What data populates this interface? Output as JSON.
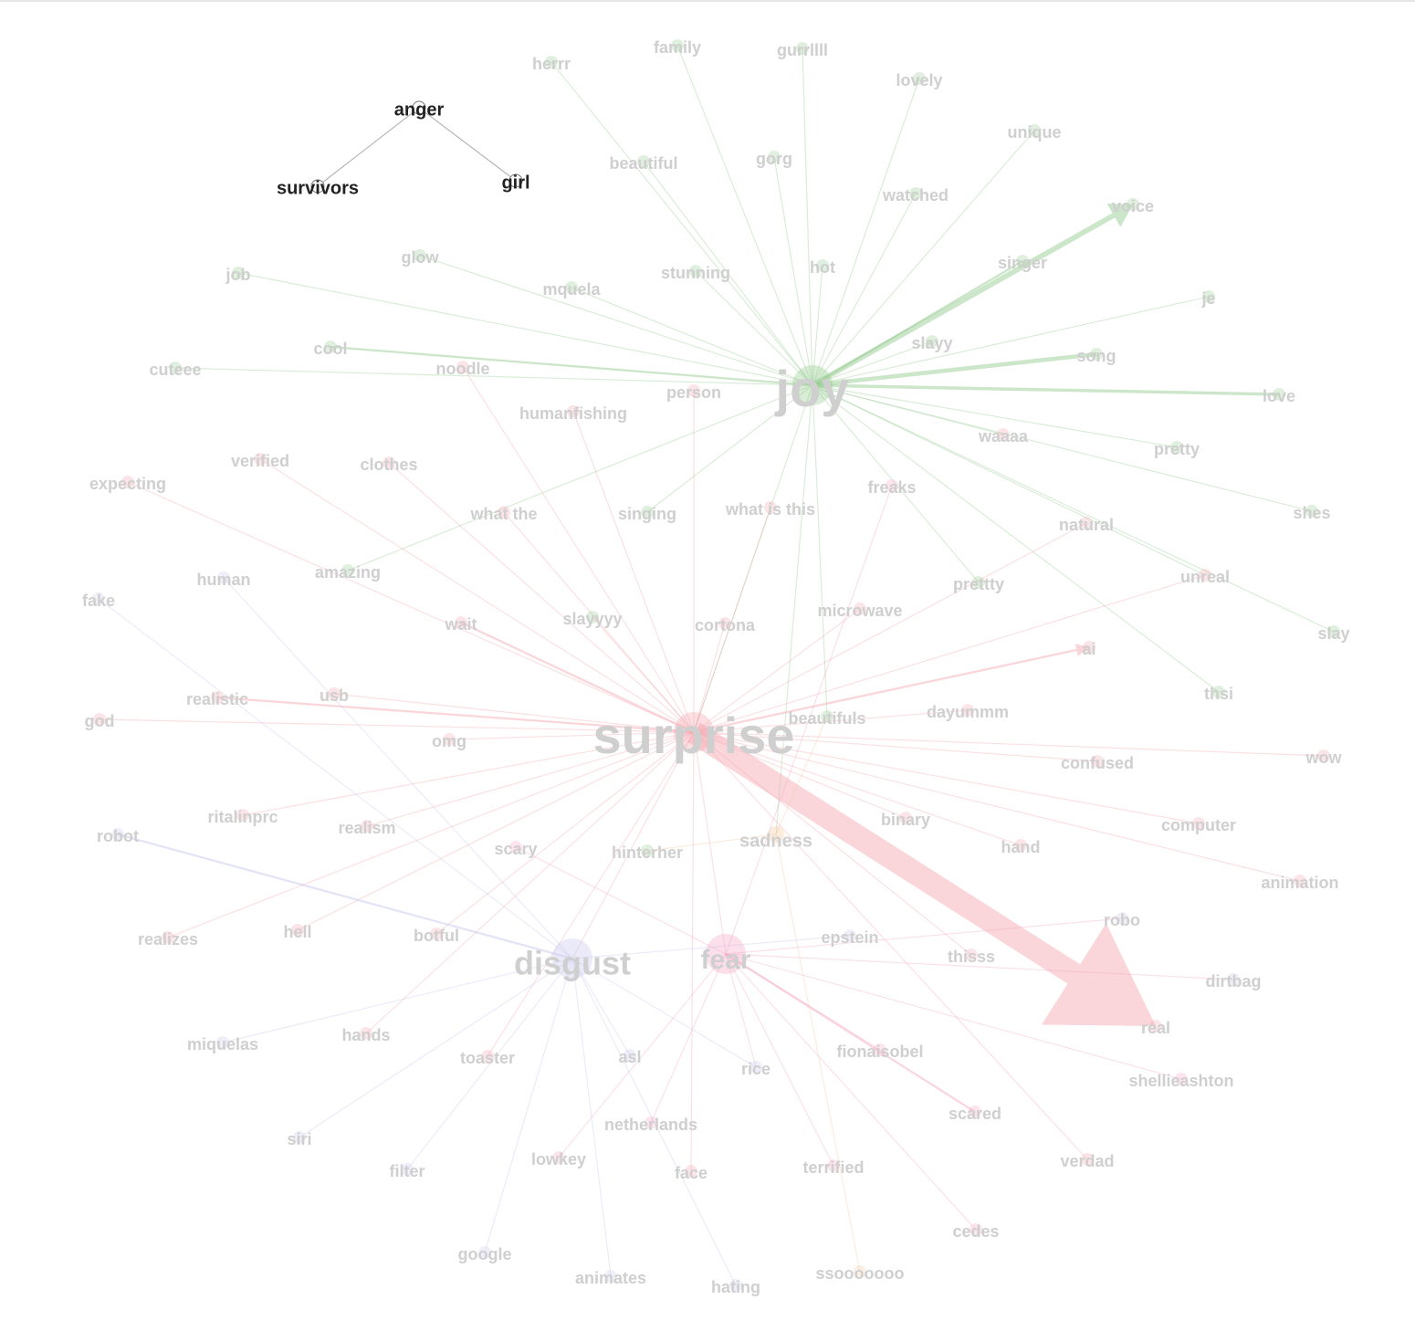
{
  "colors": {
    "joy": "#8fc88a",
    "surprise": "#f3a3ac",
    "disgust": "#c4c4ee",
    "fear": "#f3a3c2",
    "sadness": "#f3c9a0",
    "anger": "#555555",
    "faded_text": "#cfcfcf",
    "active_text": "#222222",
    "active_edge": "#b5b5b5"
  },
  "graph": {
    "hubs": [
      {
        "id": "joy",
        "label": "joy",
        "emotion": "joy",
        "active": false
      },
      {
        "id": "surprise",
        "label": "surprise",
        "emotion": "surprise",
        "active": false
      },
      {
        "id": "disgust",
        "label": "disgust",
        "emotion": "disgust",
        "active": false
      },
      {
        "id": "fear",
        "label": "fear",
        "emotion": "fear",
        "active": false
      },
      {
        "id": "sadness",
        "label": "sadness",
        "emotion": "sadness",
        "active": false
      },
      {
        "id": "anger",
        "label": "anger",
        "emotion": "anger",
        "active": true
      }
    ],
    "words": [
      {
        "id": "survivors",
        "label": "survivors",
        "emotion": "anger",
        "active": true
      },
      {
        "id": "girl",
        "label": "girl",
        "emotion": "anger",
        "active": true
      },
      {
        "id": "herrr",
        "label": "herrr",
        "emotion": "joy"
      },
      {
        "id": "family",
        "label": "family",
        "emotion": "joy"
      },
      {
        "id": "gurrlll",
        "label": "gurrllll",
        "emotion": "joy"
      },
      {
        "id": "lovely",
        "label": "lovely",
        "emotion": "joy"
      },
      {
        "id": "unique",
        "label": "unique",
        "emotion": "joy"
      },
      {
        "id": "beautiful",
        "label": "beautiful",
        "emotion": "joy"
      },
      {
        "id": "gorg",
        "label": "gorg",
        "emotion": "joy"
      },
      {
        "id": "watched",
        "label": "watched",
        "emotion": "joy"
      },
      {
        "id": "voice",
        "label": "voice",
        "emotion": "joy"
      },
      {
        "id": "job",
        "label": "job",
        "emotion": "joy"
      },
      {
        "id": "glow",
        "label": "glow",
        "emotion": "joy"
      },
      {
        "id": "mquela",
        "label": "mquela",
        "emotion": "joy"
      },
      {
        "id": "stunning",
        "label": "stunning",
        "emotion": "joy"
      },
      {
        "id": "hot",
        "label": "hot",
        "emotion": "joy"
      },
      {
        "id": "singer",
        "label": "singer",
        "emotion": "joy"
      },
      {
        "id": "je",
        "label": "je",
        "emotion": "joy"
      },
      {
        "id": "cool",
        "label": "cool",
        "emotion": "joy"
      },
      {
        "id": "slayy",
        "label": "slayy",
        "emotion": "joy"
      },
      {
        "id": "song",
        "label": "song",
        "emotion": "joy"
      },
      {
        "id": "cuteee",
        "label": "cuteee",
        "emotion": "joy"
      },
      {
        "id": "love",
        "label": "love",
        "emotion": "joy"
      },
      {
        "id": "pretty",
        "label": "pretty",
        "emotion": "joy"
      },
      {
        "id": "shes",
        "label": "shes",
        "emotion": "joy"
      },
      {
        "id": "singing",
        "label": "singing",
        "emotion": "joy"
      },
      {
        "id": "amazing",
        "label": "amazing",
        "emotion": "joy"
      },
      {
        "id": "prettty",
        "label": "prettty",
        "emotion": "joy"
      },
      {
        "id": "slay",
        "label": "slay",
        "emotion": "joy"
      },
      {
        "id": "slayyyy",
        "label": "slayyyy",
        "emotion": "joy"
      },
      {
        "id": "thsi",
        "label": "thsi",
        "emotion": "joy"
      },
      {
        "id": "beautifuls",
        "label": "beautifuls",
        "emotion": "joy"
      },
      {
        "id": "hinterher",
        "label": "hinterher",
        "emotion": "joy"
      },
      {
        "id": "noodle",
        "label": "noodle",
        "emotion": "surprise"
      },
      {
        "id": "person",
        "label": "person",
        "emotion": "surprise"
      },
      {
        "id": "humanfishing",
        "label": "humanfishing",
        "emotion": "surprise"
      },
      {
        "id": "waaaa",
        "label": "waaaa",
        "emotion": "surprise"
      },
      {
        "id": "verified",
        "label": "verified",
        "emotion": "surprise"
      },
      {
        "id": "clothes",
        "label": "clothes",
        "emotion": "surprise"
      },
      {
        "id": "expecting",
        "label": "expecting",
        "emotion": "surprise"
      },
      {
        "id": "whatthe",
        "label": "what the",
        "emotion": "surprise"
      },
      {
        "id": "whatisthis",
        "label": "what is this",
        "emotion": "surprise"
      },
      {
        "id": "freaks",
        "label": "freaks",
        "emotion": "fear"
      },
      {
        "id": "natural",
        "label": "natural",
        "emotion": "surprise"
      },
      {
        "id": "unreal",
        "label": "unreal",
        "emotion": "surprise"
      },
      {
        "id": "wait",
        "label": "wait",
        "emotion": "surprise"
      },
      {
        "id": "cortona",
        "label": "cortona",
        "emotion": "surprise"
      },
      {
        "id": "microwave",
        "label": "microwave",
        "emotion": "surprise"
      },
      {
        "id": "ai",
        "label": "ai",
        "emotion": "surprise"
      },
      {
        "id": "realistic",
        "label": "realistic",
        "emotion": "surprise"
      },
      {
        "id": "usb",
        "label": "usb",
        "emotion": "surprise"
      },
      {
        "id": "god",
        "label": "god",
        "emotion": "surprise"
      },
      {
        "id": "omg",
        "label": "omg",
        "emotion": "surprise"
      },
      {
        "id": "dayummm",
        "label": "dayummm",
        "emotion": "surprise"
      },
      {
        "id": "wow",
        "label": "wow",
        "emotion": "surprise"
      },
      {
        "id": "confused",
        "label": "confused",
        "emotion": "surprise"
      },
      {
        "id": "ritalinprc",
        "label": "ritalinprc",
        "emotion": "surprise"
      },
      {
        "id": "realism",
        "label": "realism",
        "emotion": "surprise"
      },
      {
        "id": "binary",
        "label": "binary",
        "emotion": "surprise"
      },
      {
        "id": "computer",
        "label": "computer",
        "emotion": "surprise"
      },
      {
        "id": "scary",
        "label": "scary",
        "emotion": "fear"
      },
      {
        "id": "hand",
        "label": "hand",
        "emotion": "surprise"
      },
      {
        "id": "animation",
        "label": "animation",
        "emotion": "surprise"
      },
      {
        "id": "realizes",
        "label": "realizes",
        "emotion": "surprise"
      },
      {
        "id": "hell",
        "label": "hell",
        "emotion": "surprise"
      },
      {
        "id": "botful",
        "label": "botful",
        "emotion": "surprise"
      },
      {
        "id": "thisss",
        "label": "thisss",
        "emotion": "surprise"
      },
      {
        "id": "real",
        "label": "real",
        "emotion": "surprise"
      },
      {
        "id": "hands",
        "label": "hands",
        "emotion": "surprise"
      },
      {
        "id": "toaster",
        "label": "toaster",
        "emotion": "surprise"
      },
      {
        "id": "fionaisobel",
        "label": "fionaisobel",
        "emotion": "fear"
      },
      {
        "id": "scared",
        "label": "scared",
        "emotion": "fear"
      },
      {
        "id": "verdad",
        "label": "verdad",
        "emotion": "surprise"
      },
      {
        "id": "netherlands",
        "label": "netherlands",
        "emotion": "fear"
      },
      {
        "id": "lowkey",
        "label": "lowkey",
        "emotion": "fear"
      },
      {
        "id": "face",
        "label": "face",
        "emotion": "surprise"
      },
      {
        "id": "terrified",
        "label": "terrified",
        "emotion": "fear"
      },
      {
        "id": "cedes",
        "label": "cedes",
        "emotion": "fear"
      },
      {
        "id": "shellieashton",
        "label": "shellieashton",
        "emotion": "fear"
      },
      {
        "id": "ssooooooo",
        "label": "ssooooooo",
        "emotion": "sadness"
      },
      {
        "id": "human",
        "label": "human",
        "emotion": "disgust"
      },
      {
        "id": "fake",
        "label": "fake",
        "emotion": "disgust"
      },
      {
        "id": "robot",
        "label": "robot",
        "emotion": "disgust"
      },
      {
        "id": "epstein",
        "label": "epstein",
        "emotion": "disgust"
      },
      {
        "id": "robo",
        "label": "robo",
        "emotion": "disgust"
      },
      {
        "id": "dirtbag",
        "label": "dirtbag",
        "emotion": "disgust"
      },
      {
        "id": "miquelas",
        "label": "miquelas",
        "emotion": "disgust"
      },
      {
        "id": "asl",
        "label": "asl",
        "emotion": "disgust"
      },
      {
        "id": "rice",
        "label": "rice",
        "emotion": "disgust"
      },
      {
        "id": "siri",
        "label": "siri",
        "emotion": "disgust"
      },
      {
        "id": "filter",
        "label": "filter",
        "emotion": "disgust"
      },
      {
        "id": "google",
        "label": "google",
        "emotion": "disgust"
      },
      {
        "id": "animates",
        "label": "animates",
        "emotion": "disgust"
      },
      {
        "id": "hating",
        "label": "hating",
        "emotion": "disgust"
      }
    ],
    "edges": [
      {
        "from": "anger",
        "to": "survivors",
        "weight": 1
      },
      {
        "from": "anger",
        "to": "girl",
        "weight": 1
      },
      {
        "from": "joy",
        "to": "herrr",
        "weight": 1
      },
      {
        "from": "joy",
        "to": "family",
        "weight": 1
      },
      {
        "from": "joy",
        "to": "gurrlll",
        "weight": 1
      },
      {
        "from": "joy",
        "to": "lovely",
        "weight": 1
      },
      {
        "from": "joy",
        "to": "unique",
        "weight": 1
      },
      {
        "from": "joy",
        "to": "beautiful",
        "weight": 1
      },
      {
        "from": "joy",
        "to": "gorg",
        "weight": 1
      },
      {
        "from": "joy",
        "to": "watched",
        "weight": 1
      },
      {
        "from": "joy",
        "to": "voice",
        "weight": 5,
        "arrow": true
      },
      {
        "from": "joy",
        "to": "job",
        "weight": 1
      },
      {
        "from": "joy",
        "to": "glow",
        "weight": 1
      },
      {
        "from": "joy",
        "to": "mquela",
        "weight": 1
      },
      {
        "from": "joy",
        "to": "stunning",
        "weight": 1
      },
      {
        "from": "joy",
        "to": "hot",
        "weight": 1
      },
      {
        "from": "joy",
        "to": "singer",
        "weight": 2
      },
      {
        "from": "joy",
        "to": "je",
        "weight": 1
      },
      {
        "from": "joy",
        "to": "cool",
        "weight": 2
      },
      {
        "from": "joy",
        "to": "slayy",
        "weight": 1
      },
      {
        "from": "joy",
        "to": "song",
        "weight": 4
      },
      {
        "from": "joy",
        "to": "cuteee",
        "weight": 1
      },
      {
        "from": "joy",
        "to": "love",
        "weight": 3
      },
      {
        "from": "joy",
        "to": "pretty",
        "weight": 1
      },
      {
        "from": "joy",
        "to": "shes",
        "weight": 1
      },
      {
        "from": "joy",
        "to": "singing",
        "weight": 1
      },
      {
        "from": "joy",
        "to": "amazing",
        "weight": 1
      },
      {
        "from": "joy",
        "to": "prettty",
        "weight": 1
      },
      {
        "from": "joy",
        "to": "thsi",
        "weight": 1
      },
      {
        "from": "joy",
        "to": "beautifuls",
        "weight": 1
      },
      {
        "from": "joy",
        "to": "waaaa",
        "weight": 1
      },
      {
        "from": "joy",
        "to": "unreal",
        "weight": 1
      },
      {
        "from": "joy",
        "to": "slay",
        "weight": 1
      },
      {
        "from": "joy",
        "to": "surprise",
        "weight": 1
      },
      {
        "from": "joy",
        "to": "sadness",
        "weight": 1
      },
      {
        "from": "surprise",
        "to": "real",
        "weight": 22,
        "arrow": true
      },
      {
        "from": "surprise",
        "to": "person",
        "weight": 1
      },
      {
        "from": "surprise",
        "to": "noodle",
        "weight": 1
      },
      {
        "from": "surprise",
        "to": "humanfishing",
        "weight": 1
      },
      {
        "from": "surprise",
        "to": "verified",
        "weight": 1
      },
      {
        "from": "surprise",
        "to": "clothes",
        "weight": 1
      },
      {
        "from": "surprise",
        "to": "expecting",
        "weight": 1
      },
      {
        "from": "surprise",
        "to": "whatthe",
        "weight": 1
      },
      {
        "from": "surprise",
        "to": "whatisthis",
        "weight": 1
      },
      {
        "from": "surprise",
        "to": "natural",
        "weight": 1
      },
      {
        "from": "surprise",
        "to": "unreal",
        "weight": 1
      },
      {
        "from": "surprise",
        "to": "wait",
        "weight": 2
      },
      {
        "from": "surprise",
        "to": "cortona",
        "weight": 1
      },
      {
        "from": "surprise",
        "to": "microwave",
        "weight": 1
      },
      {
        "from": "surprise",
        "to": "ai",
        "weight": 2,
        "arrow": true
      },
      {
        "from": "surprise",
        "to": "realistic",
        "weight": 2
      },
      {
        "from": "surprise",
        "to": "usb",
        "weight": 1
      },
      {
        "from": "surprise",
        "to": "god",
        "weight": 1
      },
      {
        "from": "surprise",
        "to": "omg",
        "weight": 1
      },
      {
        "from": "surprise",
        "to": "dayummm",
        "weight": 1
      },
      {
        "from": "surprise",
        "to": "wow",
        "weight": 1
      },
      {
        "from": "surprise",
        "to": "confused",
        "weight": 1
      },
      {
        "from": "surprise",
        "to": "ritalinprc",
        "weight": 1
      },
      {
        "from": "surprise",
        "to": "realism",
        "weight": 1
      },
      {
        "from": "surprise",
        "to": "binary",
        "weight": 1
      },
      {
        "from": "surprise",
        "to": "computer",
        "weight": 1
      },
      {
        "from": "surprise",
        "to": "hand",
        "weight": 1
      },
      {
        "from": "surprise",
        "to": "animation",
        "weight": 1
      },
      {
        "from": "surprise",
        "to": "realizes",
        "weight": 1
      },
      {
        "from": "surprise",
        "to": "hell",
        "weight": 1
      },
      {
        "from": "surprise",
        "to": "botful",
        "weight": 1
      },
      {
        "from": "surprise",
        "to": "thisss",
        "weight": 1
      },
      {
        "from": "surprise",
        "to": "hands",
        "weight": 1
      },
      {
        "from": "surprise",
        "to": "toaster",
        "weight": 1
      },
      {
        "from": "surprise",
        "to": "verdad",
        "weight": 1
      },
      {
        "from": "surprise",
        "to": "face",
        "weight": 1
      },
      {
        "from": "surprise",
        "to": "slayyyy",
        "weight": 1
      },
      {
        "from": "surprise",
        "to": "disgust",
        "weight": 1
      },
      {
        "from": "surprise",
        "to": "fear",
        "weight": 1
      },
      {
        "from": "fear",
        "to": "scared",
        "weight": 2
      },
      {
        "from": "fear",
        "to": "scary",
        "weight": 1
      },
      {
        "from": "fear",
        "to": "freaks",
        "weight": 1
      },
      {
        "from": "fear",
        "to": "fionaisobel",
        "weight": 1
      },
      {
        "from": "fear",
        "to": "netherlands",
        "weight": 1
      },
      {
        "from": "fear",
        "to": "lowkey",
        "weight": 1
      },
      {
        "from": "fear",
        "to": "terrified",
        "weight": 1
      },
      {
        "from": "fear",
        "to": "cedes",
        "weight": 1
      },
      {
        "from": "fear",
        "to": "shellieashton",
        "weight": 1
      },
      {
        "from": "fear",
        "to": "robo",
        "weight": 1
      },
      {
        "from": "fear",
        "to": "dirtbag",
        "weight": 1
      },
      {
        "from": "fear",
        "to": "rice",
        "weight": 1
      },
      {
        "from": "disgust",
        "to": "robot",
        "weight": 2
      },
      {
        "from": "disgust",
        "to": "human",
        "weight": 1
      },
      {
        "from": "disgust",
        "to": "fake",
        "weight": 1
      },
      {
        "from": "disgust",
        "to": "epstein",
        "weight": 1
      },
      {
        "from": "disgust",
        "to": "miquelas",
        "weight": 1
      },
      {
        "from": "disgust",
        "to": "asl",
        "weight": 1
      },
      {
        "from": "disgust",
        "to": "siri",
        "weight": 1
      },
      {
        "from": "disgust",
        "to": "filter",
        "weight": 1
      },
      {
        "from": "disgust",
        "to": "google",
        "weight": 1
      },
      {
        "from": "disgust",
        "to": "animates",
        "weight": 1
      },
      {
        "from": "disgust",
        "to": "hating",
        "weight": 1
      },
      {
        "from": "disgust",
        "to": "rice",
        "weight": 1
      },
      {
        "from": "sadness",
        "to": "ssooooooo",
        "weight": 1
      },
      {
        "from": "sadness",
        "to": "hinterher",
        "weight": 1
      },
      {
        "from": "sadness",
        "to": "beautifuls",
        "weight": 1
      }
    ]
  }
}
